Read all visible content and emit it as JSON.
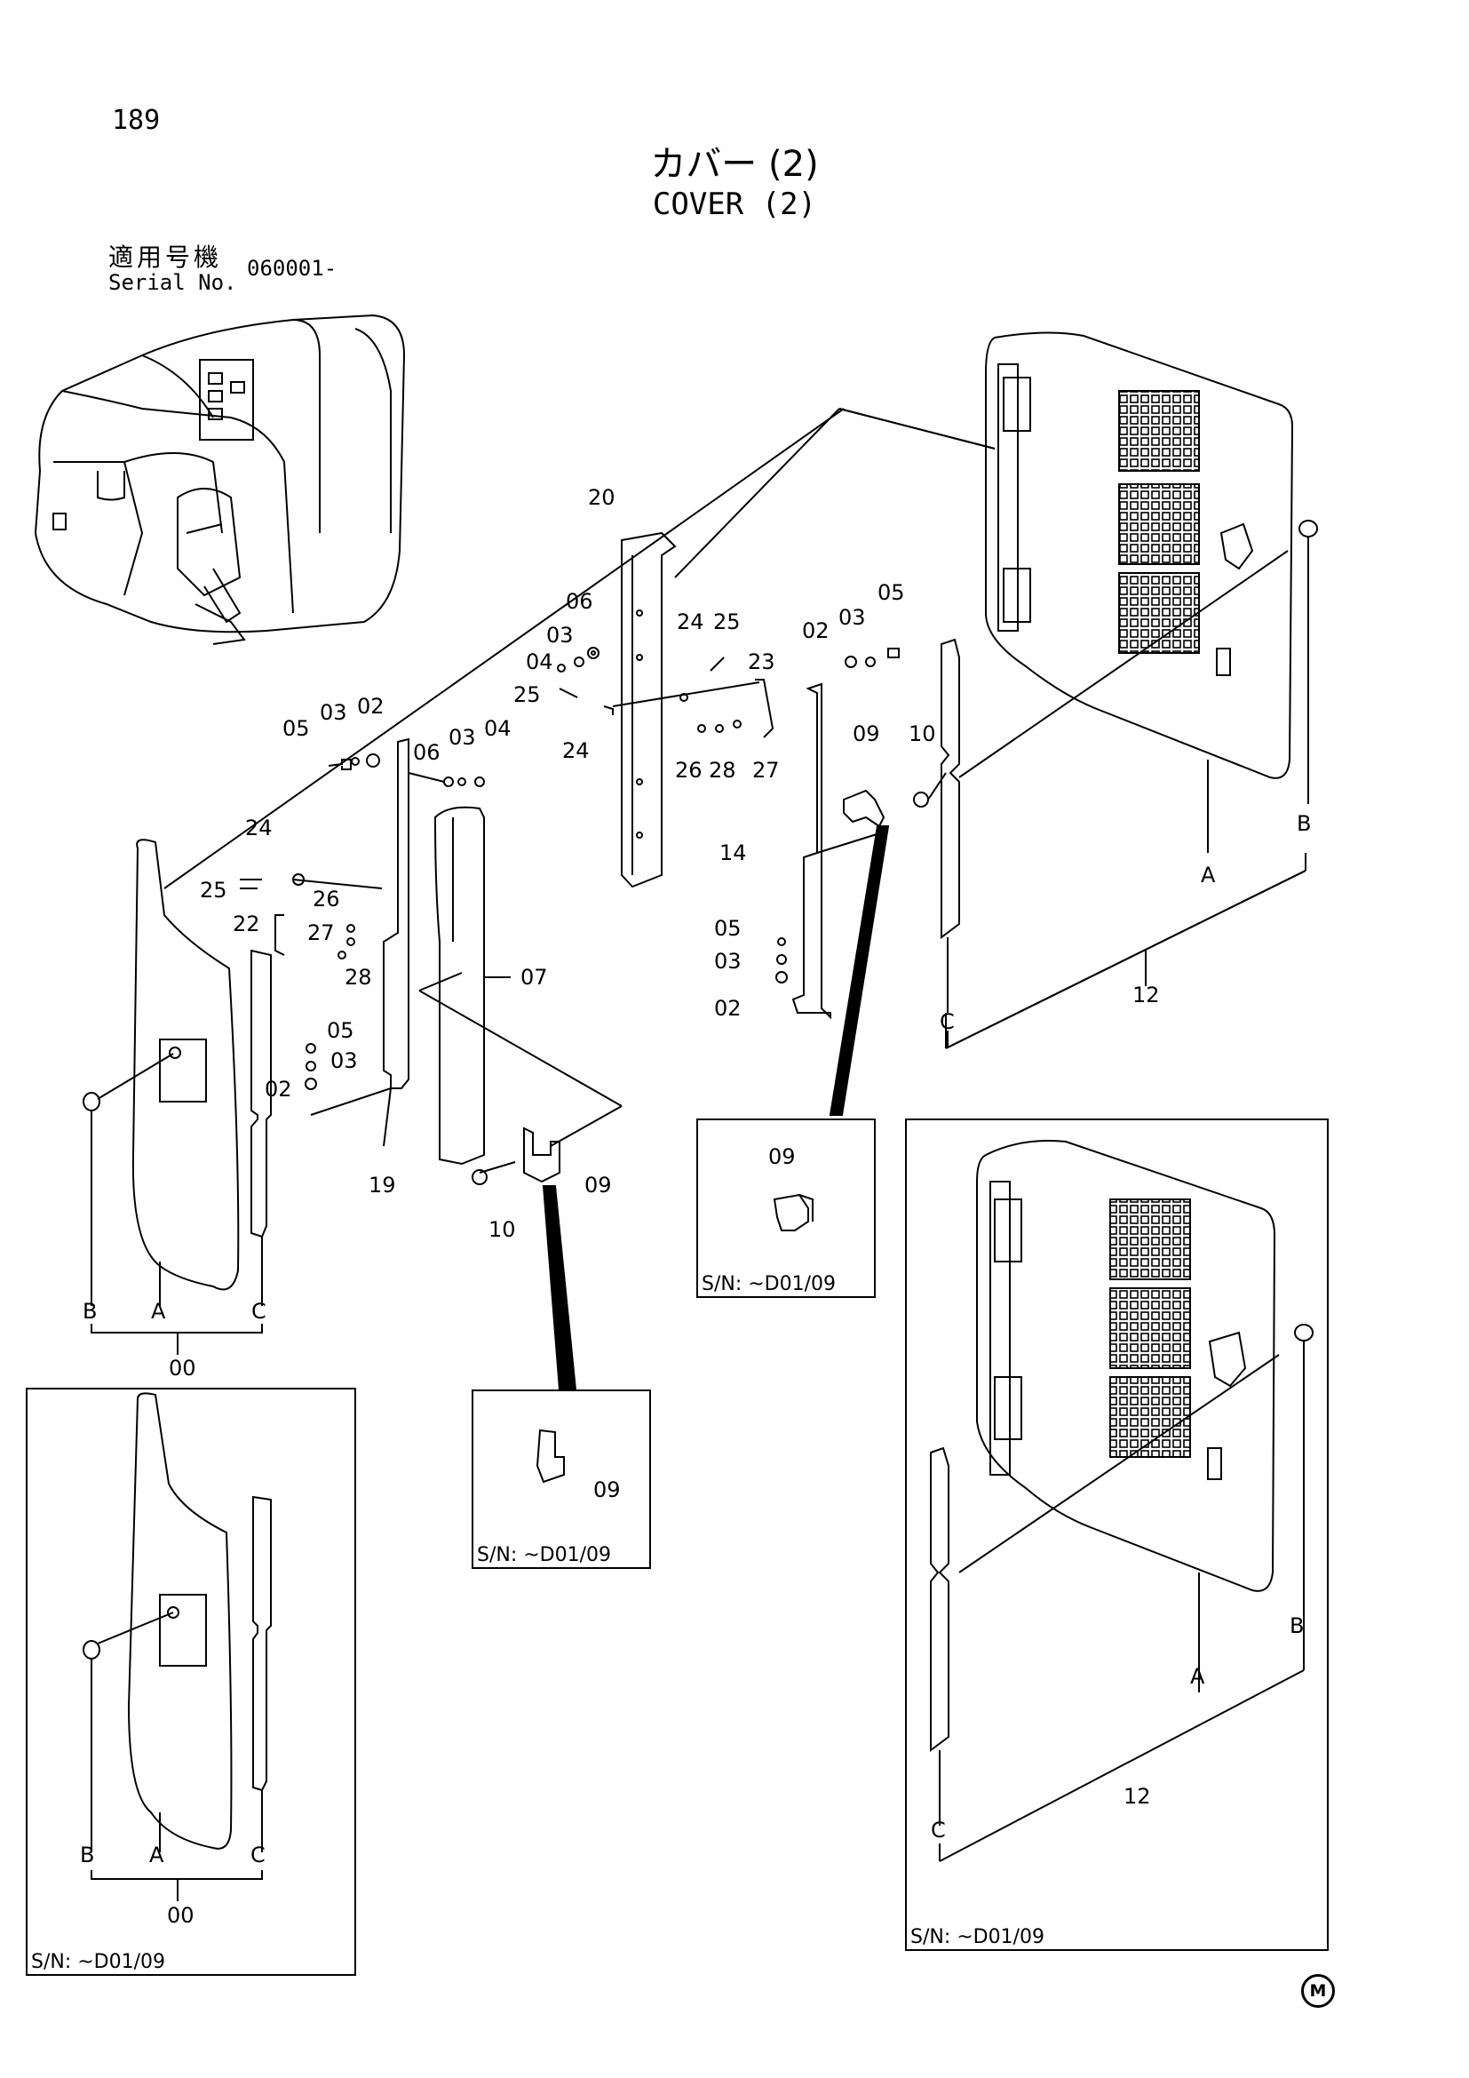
{
  "page_number": "189",
  "title_jp": "カバー (2)",
  "title_en": "COVER (2)",
  "serial_label_jp": "適用号機",
  "serial_label_en": "Serial No.",
  "serial_value": "060001-",
  "copyright_mark": "M",
  "variant_label": "S/N: ~D01/09",
  "callouts": {
    "c20": "20",
    "c06a": "06",
    "c03a": "03",
    "c04a": "04",
    "c25a": "25",
    "c24a": "24",
    "c24b": "24",
    "c25b": "25",
    "c23": "23",
    "c26a": "26",
    "c28a": "28",
    "c27a": "27",
    "c02a": "02",
    "c03b": "03",
    "c05a": "05",
    "c05b": "05",
    "c03c": "03",
    "c02b": "02",
    "c06b": "06",
    "c03d": "03",
    "c04b": "04",
    "c24c": "24",
    "c25c": "25",
    "c22": "22",
    "c26b": "26",
    "c27b": "27",
    "c28b": "28",
    "c07": "07",
    "c05c": "05",
    "c03e": "03",
    "c02c": "02",
    "c19": "19",
    "c10a": "10",
    "c09a": "09",
    "c09b": "09",
    "c10b": "10",
    "c14": "14",
    "c05d": "05",
    "c03f": "03",
    "c02d": "02",
    "c12a": "12",
    "cAa": "A",
    "cBa": "B",
    "cCa": "C",
    "cBb": "B",
    "cAb": "A",
    "cCb": "C",
    "c00a": "00",
    "cBc": "B",
    "cAc": "A",
    "cCc": "C",
    "c00b": "00",
    "c09c": "09",
    "c09d": "09",
    "cAd": "A",
    "cBd": "B",
    "cCd": "C",
    "c12b": "12"
  },
  "inset_variants": [
    {
      "part": "09",
      "label": "S/N: ~D01/09"
    },
    {
      "part": "09",
      "label": "S/N: ~D01/09"
    },
    {
      "part": "00",
      "label": "S/N: ~D01/09"
    },
    {
      "part": "12",
      "label": "S/N: ~D01/09"
    }
  ]
}
